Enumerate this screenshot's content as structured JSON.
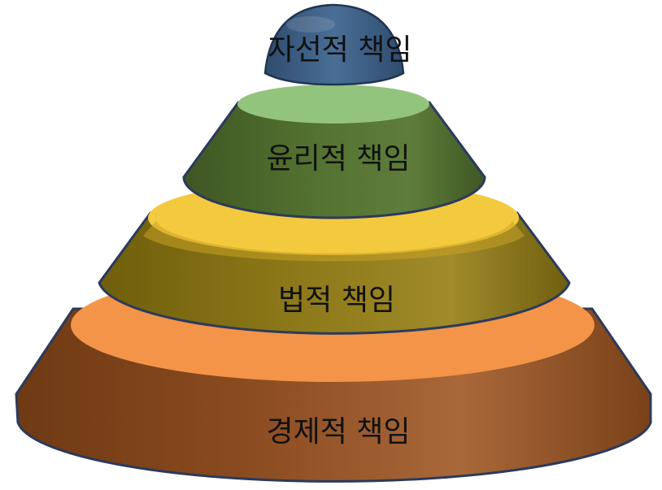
{
  "diagram": {
    "type": "stacked-cone-pyramid",
    "tiers": [
      {
        "label": "자선적 책임",
        "base_color": "#3c5f86",
        "top_color": "#5b7fa8"
      },
      {
        "label": "윤리적 책임",
        "base_color": "#4e6a2e",
        "top_color": "#93c47d"
      },
      {
        "label": "법적 책임",
        "base_color": "#8a7614",
        "top_color": "#f3c93e"
      },
      {
        "label": "경제적 책임",
        "base_color": "#8e4f22",
        "top_color": "#f5944d"
      }
    ]
  }
}
